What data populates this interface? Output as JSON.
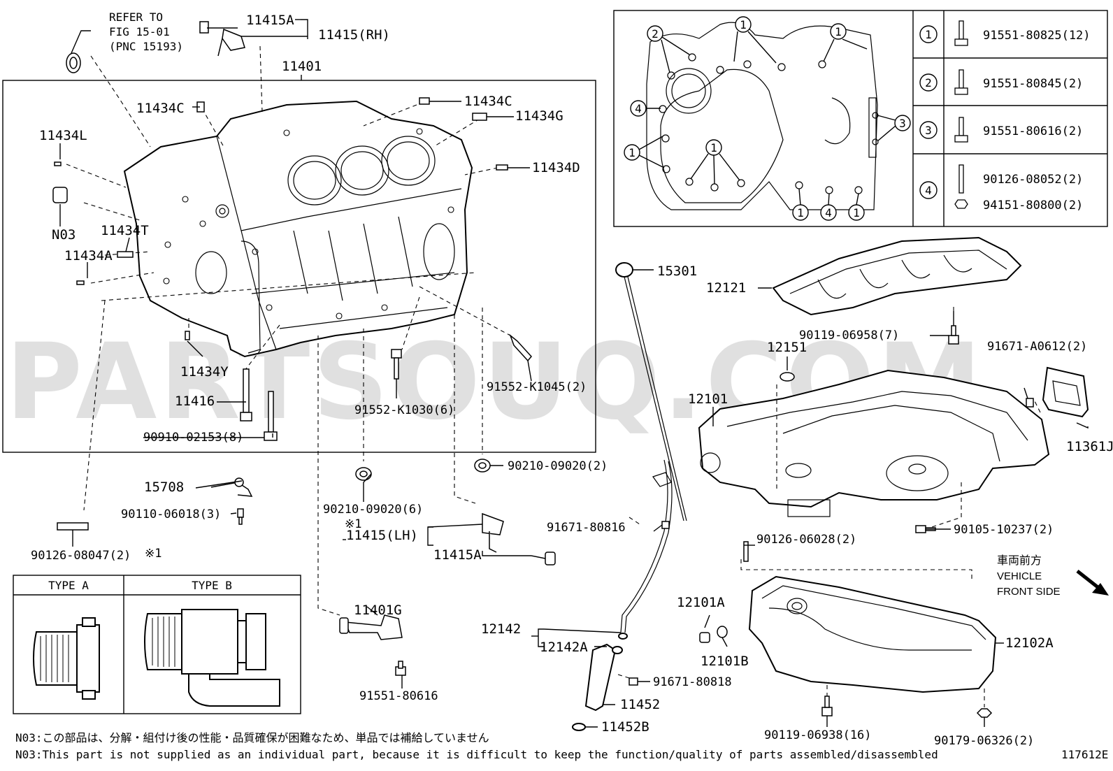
{
  "watermark": "PARTSOUQ.COM",
  "diagram_id": "117612E",
  "refer_to": {
    "line1": "REFER TO",
    "line2": "FIG 15-01",
    "line3": "(PNC 15193)"
  },
  "labels": {
    "p11415A_top": "11415A",
    "p11415_rh": "11415(RH)",
    "p11401": "11401",
    "p11434C_left": "11434C",
    "p11434C_right": "11434C",
    "p11434G": "11434G",
    "p11434L": "11434L",
    "p11434D": "11434D",
    "pN03": "N03",
    "p11434T": "11434T",
    "p11434A": "11434A",
    "p11434Y": "11434Y",
    "p11416": "11416",
    "p90910": "90910-02153(8)",
    "p91552_k1030": "91552-K1030(6)",
    "p91552_k1045": "91552-K1045(2)",
    "p15708": "15708",
    "p90110": "90110-06018(3)",
    "p90126_08047": "90126-08047(2)",
    "p90210_left": "90210-09020(6)",
    "p90210_right": "90210-09020(2)",
    "note_mark1": "※1",
    "note_mark2": "※1",
    "p11415_lh": "11415(LH)",
    "p11415A_bottom": "11415A",
    "p11401G": "11401G",
    "p91551_80616": "91551-80616",
    "p15301": "15301",
    "p12121": "12121",
    "p90119_06958": "90119-06958(7)",
    "p12151": "12151",
    "p12101": "12101",
    "p91671_a0612": "91671-A0612(2)",
    "p11361J": "11361J",
    "p91671_80816": "91671-80816",
    "p90105": "90105-10237(2)",
    "p90126_06028": "90126-06028(2)",
    "p12142": "12142",
    "p12142A": "12142A",
    "p12101A": "12101A",
    "p12101B": "12101B",
    "p12102A": "12102A",
    "p91671_80818": "91671-80818",
    "p11452": "11452",
    "p11452B": "11452B",
    "p90119_06938": "90119-06938(16)",
    "p90179": "90179-06326(2)"
  },
  "vehicle_front": {
    "jp": "車両前方",
    "line1": "VEHICLE",
    "line2": "FRONT SIDE"
  },
  "type_table": {
    "type_a": "TYPE A",
    "type_b": "TYPE B"
  },
  "bolt_legend": [
    {
      "num": "1",
      "part": "91551-80825(12)"
    },
    {
      "num": "2",
      "part": "91551-80845(2)"
    },
    {
      "num": "3",
      "part": "91551-80616(2)"
    },
    {
      "num": "4",
      "part": "90126-08052(2)",
      "part2": "94151-80800(2)"
    }
  ],
  "inset_callouts": [
    "1",
    "2",
    "3",
    "4"
  ],
  "notes": {
    "jp": "N03:この部品は、分解・組付け後の性能・品質確保が困難なため、単品では補給していません",
    "en": "N03:This part is not supplied as an individual part, because it is difficult to keep the function/quality of parts assembled/disassembled"
  }
}
